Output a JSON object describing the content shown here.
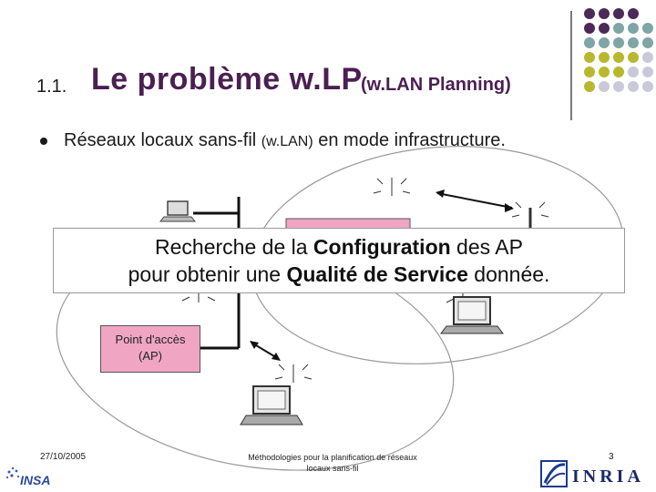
{
  "slide": {
    "section_number": "1.1.",
    "title": "Le problème w.LP",
    "title_suffix": "(w.LAN Planning)",
    "bullet_main": "Réseaux locaux sans-fil",
    "bullet_small": "(w.LAN)",
    "bullet_end": "en mode infrastructure."
  },
  "diagram": {
    "ap_label_line1": "Point d'accès",
    "ap_label_line2": "(AP)",
    "ap_color": "#f0a6c2"
  },
  "callout": {
    "line1_pre": "Recherche de la ",
    "line1_bold": "Configuration",
    "line1_post": " des AP",
    "line2_pre": "pour obtenir une ",
    "line2_bold": "Qualité de Service",
    "line2_post": " donnée."
  },
  "footer": {
    "date": "27/10/2005",
    "center_line1": "Méthodologies pour la planification de réseaux",
    "center_line2": "locaux sans-fil",
    "page": "3"
  },
  "logos": {
    "left": "INSA",
    "right": "INRIA"
  },
  "colors": {
    "title": "#4b1f52",
    "dot_purple": "#4b2a5a",
    "dot_teal": "#7fa5a5",
    "dot_olive": "#b8b82e",
    "dot_lavender": "#c9c9da"
  }
}
